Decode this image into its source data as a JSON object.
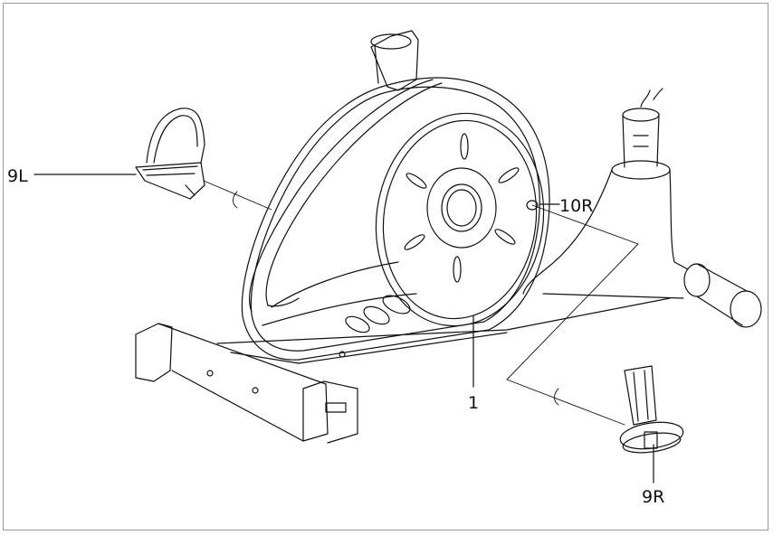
{
  "diagram": {
    "labels": {
      "left_pedal": "9L",
      "right_pedal": "9R",
      "crank_bolt": "10R",
      "main_frame": "1"
    }
  }
}
